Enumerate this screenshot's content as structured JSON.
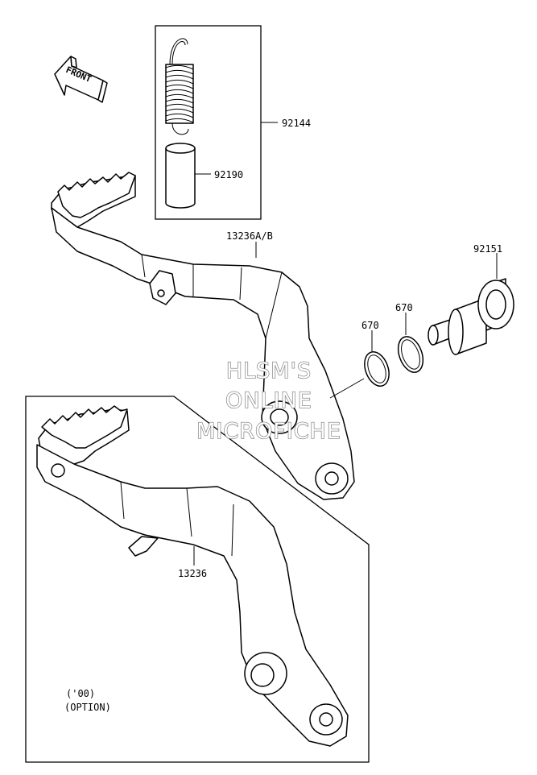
{
  "front_arrow": {
    "label": "FRONT"
  },
  "parts": {
    "spring_set": "92144",
    "collar": "92190",
    "brake_pedal": "13236A/B",
    "pivot_shaft": "92151",
    "oring_outer": "670",
    "oring_inner": "670",
    "brake_pedal_option": "13236"
  },
  "option_box": {
    "year": "('00)",
    "note": "(OPTION)"
  },
  "watermark": {
    "line1": "HLSM'S",
    "line2": "ONLINE",
    "line3": "MICROFICHE"
  }
}
